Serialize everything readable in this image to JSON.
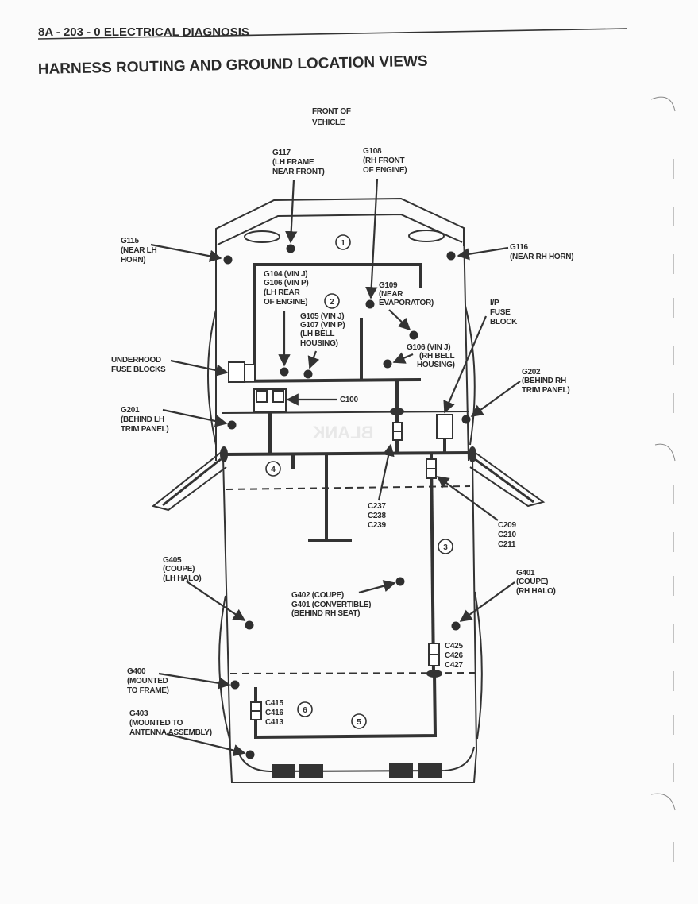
{
  "header": {
    "section": "8A - 203 - 0  ELECTRICAL DIAGNOSIS",
    "title": "HARNESS ROUTING AND GROUND LOCATION VIEWS"
  },
  "diagram": {
    "front_label": [
      "FRONT OF",
      "VEHICLE"
    ],
    "blank_watermark": "BLANK",
    "zones": [
      "1",
      "2",
      "3",
      "4",
      "5",
      "6"
    ],
    "labels": {
      "g117": [
        "G117",
        "(LH FRAME",
        "NEAR FRONT)"
      ],
      "g108": [
        "G108",
        "(RH FRONT",
        "OF ENGINE)"
      ],
      "g115": [
        "G115",
        "(NEAR LH",
        "HORN)"
      ],
      "g116": [
        "G116",
        "(NEAR RH HORN)"
      ],
      "g104": [
        "G104  (VIN J)",
        "G106  (VIN P)",
        "(LH REAR",
        "OF ENGINE)"
      ],
      "g109": [
        "G109",
        "(NEAR",
        "EVAPORATOR)"
      ],
      "ip_fuse": [
        "I/P",
        "FUSE",
        "BLOCK"
      ],
      "g105": [
        "G105  (VIN J)",
        "G107  (VIN P)",
        "(LH BELL",
        "HOUSING)"
      ],
      "g106": [
        "G106  (VIN J)",
        "(RH BELL",
        "HOUSING)"
      ],
      "underhood": [
        "UNDERHOOD",
        "FUSE BLOCKS"
      ],
      "g202": [
        "G202",
        "(BEHIND RH",
        "TRIM PANEL)"
      ],
      "c100": [
        "C100"
      ],
      "g201": [
        "G201",
        "(BEHIND LH",
        "TRIM PANEL)"
      ],
      "c237": [
        "C237",
        "C238",
        "C239"
      ],
      "c209": [
        "C209",
        "C210",
        "C211"
      ],
      "g405": [
        "G405",
        "(COUPE)",
        "(LH HALO)"
      ],
      "g402": [
        "G402  (COUPE)",
        "G401  (CONVERTIBLE)",
        "(BEHIND RH SEAT)"
      ],
      "g401": [
        "G401",
        "(COUPE)",
        "(RH HALO)"
      ],
      "c425": [
        "C425",
        "C426",
        "C427"
      ],
      "g400": [
        "G400",
        "(MOUNTED",
        "TO FRAME)"
      ],
      "c415": [
        "C415",
        "C416",
        "C413"
      ],
      "g403": [
        "G403",
        "(MOUNTED TO",
        "ANTENNA ASSEMBLY)"
      ]
    }
  }
}
